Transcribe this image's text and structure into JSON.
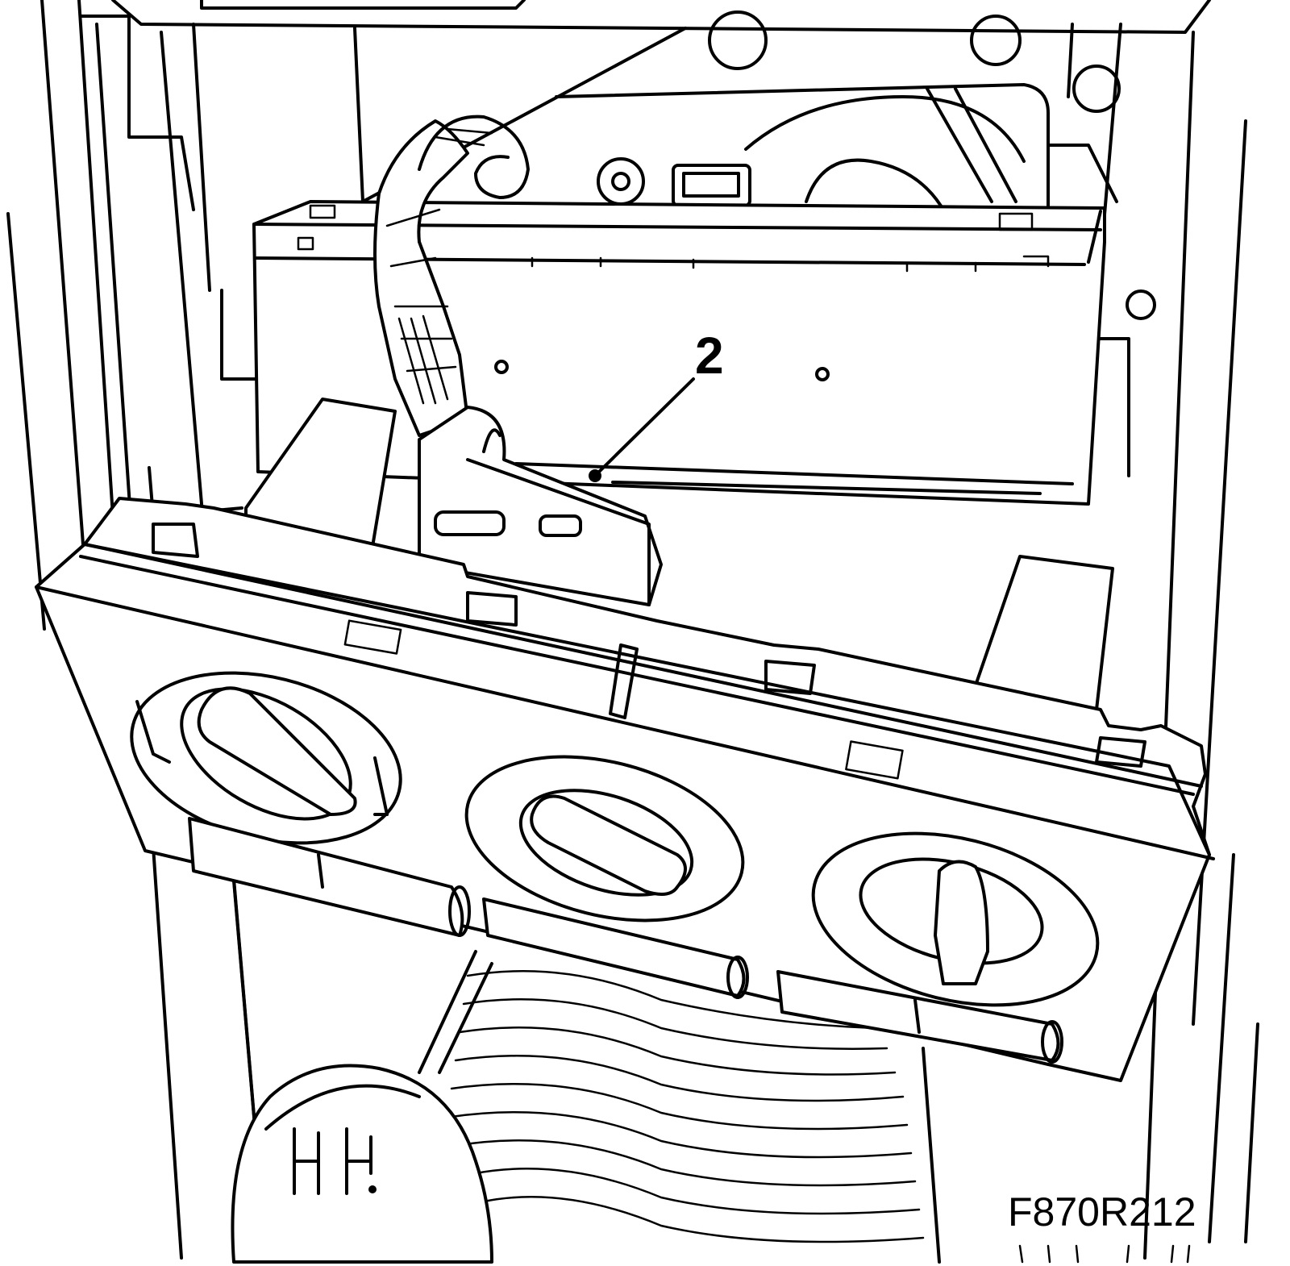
{
  "callout": {
    "number": "2"
  },
  "figure_code": "F870R212",
  "parts": [
    "wiring-harness",
    "connector",
    "heater-control-panel",
    "radio-unit",
    "gear-knob"
  ]
}
